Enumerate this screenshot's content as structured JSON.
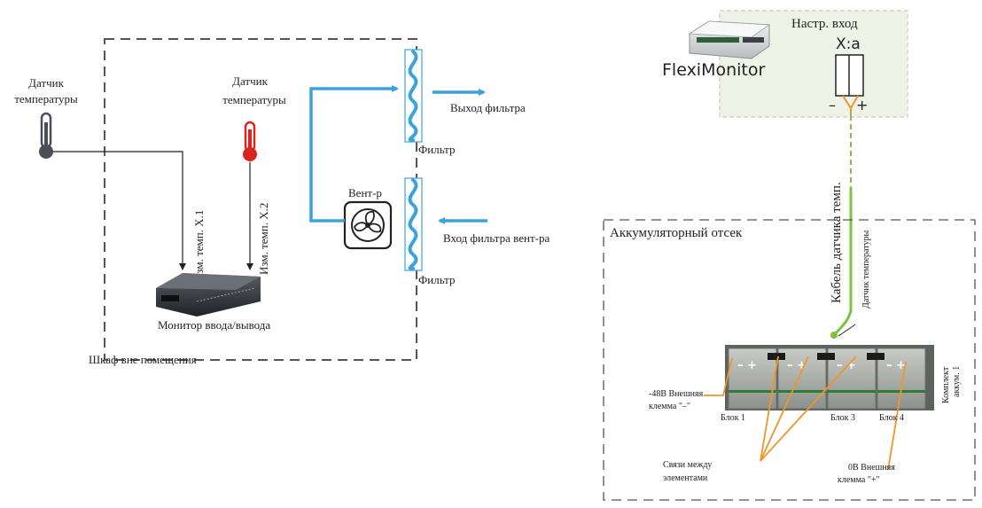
{
  "left_panel": {
    "sensor1_label_line1": "Датчик",
    "sensor1_label_line2": "температуры",
    "sensor2_label_line1": "Датчик",
    "sensor2_label_line2": "температуры",
    "meas1_label": "Изм. темп. X.1",
    "meas2_label": "Изм. темп. X.2",
    "monitor_label": "Монитор ввода/вывода",
    "cabinet_label": "Шкаф вне помещения",
    "fan_label": "Вент-р",
    "filter_top_label": "Фильтр",
    "filter_bottom_label": "Фильтр",
    "filter_out_label": "Выход фильтра",
    "fan_filter_in_label": "Вход фильтра вент-ра"
  },
  "right_panel": {
    "device_name": "FlexiMonitor",
    "config_input_title": "Настр. вход",
    "connector_label": "X:a",
    "minus_sign": "–",
    "plus_sign": "+",
    "cable_label": "Кабель датчика темп.",
    "sensor_small_label": "Датчик температуры",
    "battery_room_label": "Аккумуляторный отсек",
    "kit_label_line1": "Комплект",
    "kit_label_line2": "аккум. 1",
    "neg_terminal_line1": "-48B Внешняя",
    "neg_terminal_line2": "клемма \"–\"",
    "block1": "Блок 1",
    "block3": "Блок 3",
    "block4": "Блок 4",
    "interconnect_line1": "Связи между",
    "interconnect_line2": "элементами",
    "pos_terminal_line1": "0B Внешняя",
    "pos_terminal_line2": "клемма \"+\""
  },
  "colors": {
    "airflow_blue": "#3aa3dc",
    "cable_green": "#7dc242",
    "link_orange": "#f0952a",
    "sensor_red": "#d9261c",
    "dash_gray": "#555555"
  }
}
